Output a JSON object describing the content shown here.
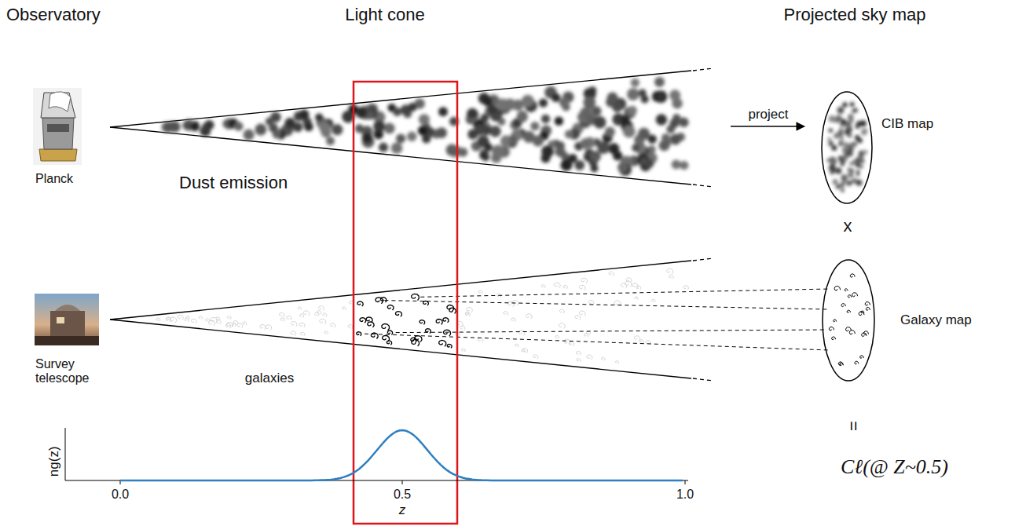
{
  "diagram": {
    "nodes": [
      {
        "text": [
          "CIB map"
        ]
      },
      {
        "text": [
          "Galaxy map"
        ]
      }
    ],
    "labels": [
      "Observatory",
      "Light cone",
      "Projected sky map",
      "Planck",
      "Dust emission",
      "project",
      "x",
      "Survey telescope",
      "galaxies",
      "=",
      "Cℓ(@ Z~0.5)",
      "ng(z)",
      "0.0",
      "0.5",
      "1.0",
      "z"
    ]
  }
}
